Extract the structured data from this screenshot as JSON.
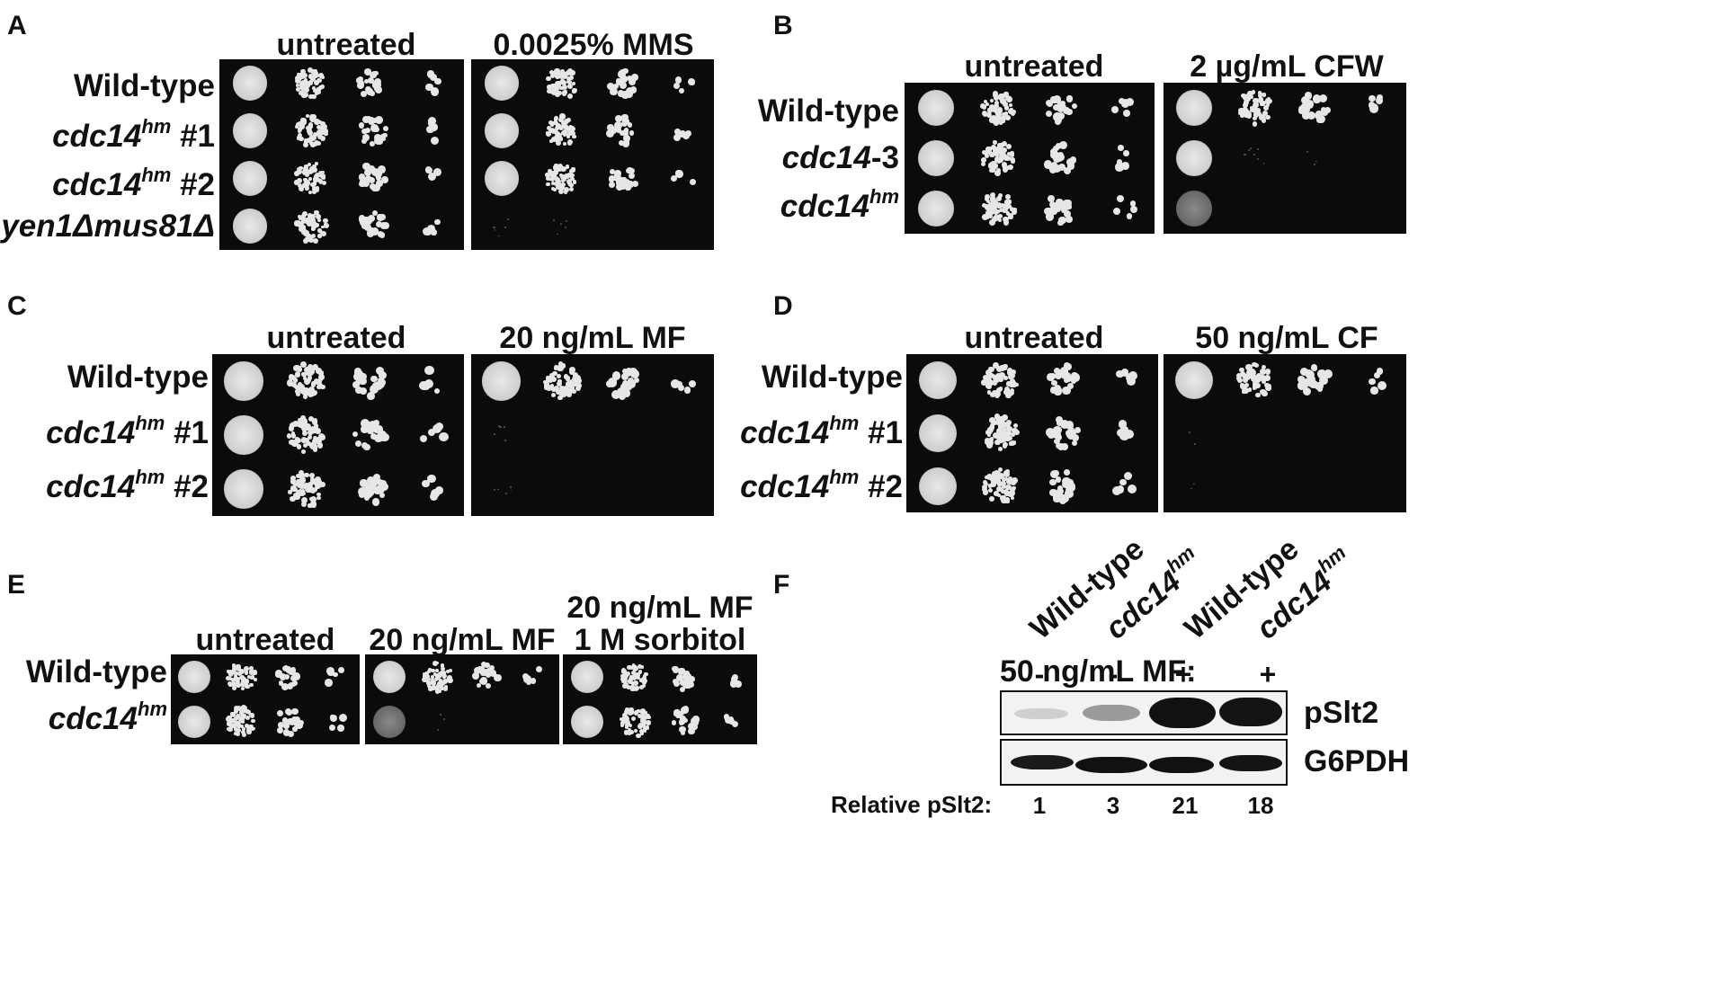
{
  "panels": {
    "A": {
      "label": "A",
      "headers": [
        "untreated",
        "0.0025% MMS"
      ],
      "rows": [
        {
          "main": "Wild-type",
          "sup": "",
          "suffix": ""
        },
        {
          "main": "cdc14",
          "sup": "hm",
          "suffix": " #1"
        },
        {
          "main": "cdc14",
          "sup": "hm",
          "suffix": " #2"
        },
        {
          "main": "yen1Δmus81Δ",
          "sup": "",
          "suffix": ""
        }
      ]
    },
    "B": {
      "label": "B",
      "headers": [
        "untreated",
        "2 µg/mL CFW"
      ],
      "rows": [
        {
          "main": "Wild-type",
          "sup": "",
          "suffix": ""
        },
        {
          "main": "cdc14",
          "sup": "",
          "suffix": "-3"
        },
        {
          "main": "cdc14",
          "sup": "hm",
          "suffix": ""
        }
      ]
    },
    "C": {
      "label": "C",
      "headers": [
        "untreated",
        "20 ng/mL MF"
      ],
      "rows": [
        {
          "main": "Wild-type",
          "sup": "",
          "suffix": ""
        },
        {
          "main": "cdc14",
          "sup": "hm",
          "suffix": " #1"
        },
        {
          "main": "cdc14",
          "sup": "hm",
          "suffix": " #2"
        }
      ]
    },
    "D": {
      "label": "D",
      "headers": [
        "untreated",
        "50 ng/mL CF"
      ],
      "rows": [
        {
          "main": "Wild-type",
          "sup": "",
          "suffix": ""
        },
        {
          "main": "cdc14",
          "sup": "hm",
          "suffix": " #1"
        },
        {
          "main": "cdc14",
          "sup": "hm",
          "suffix": " #2"
        }
      ]
    },
    "E": {
      "label": "E",
      "headers": [
        "untreated",
        "20 ng/mL MF",
        "20 ng/mL MF",
        "1 M sorbitol"
      ],
      "rows": [
        {
          "main": "Wild-type",
          "sup": "",
          "suffix": ""
        },
        {
          "main": "cdc14",
          "sup": "hm",
          "suffix": ""
        }
      ]
    },
    "F": {
      "label": "F",
      "lanes": [
        {
          "main": "Wild-type",
          "sup": ""
        },
        {
          "main": "cdc14",
          "sup": "hm"
        },
        {
          "main": "Wild-type",
          "sup": ""
        },
        {
          "main": "cdc14",
          "sup": "hm"
        }
      ],
      "treatment_label": "50 ng/mL MF:",
      "treatment_signs": [
        "-",
        "-",
        "+",
        "+"
      ],
      "blots": [
        "pSlt2",
        "G6PDH"
      ],
      "quant_label": "Relative pSlt2:",
      "quant_values": [
        "1",
        "3",
        "21",
        "18"
      ]
    }
  }
}
